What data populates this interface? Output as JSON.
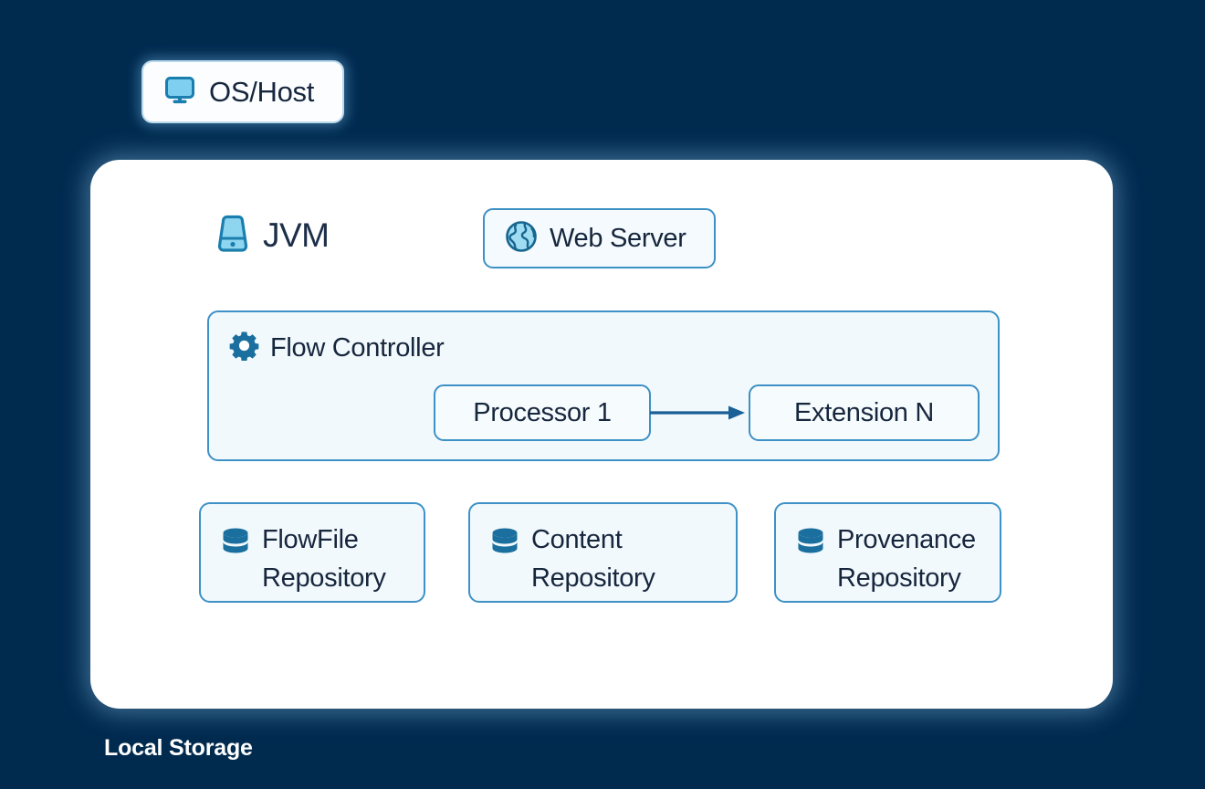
{
  "background_color": "#012a4f",
  "accent_border": "#3d91c6",
  "box_fill": "#f2f9fd",
  "text_color": "#16263d",
  "icon_color": "#1a6f9e",
  "os_host": {
    "label": "OS/Host",
    "icon": "monitor-icon"
  },
  "jvm": {
    "label": "JVM",
    "icon": "hard-drive-icon"
  },
  "web_server": {
    "label": "Web Server",
    "icon": "globe-icon"
  },
  "flow_controller": {
    "title": "Flow Controller",
    "icon": "gear-icon",
    "processor": {
      "label": "Processor 1"
    },
    "extension": {
      "label": "Extension N"
    },
    "connector": {
      "type": "arrow",
      "direction": "right",
      "from": "Processor 1",
      "to": "Extension N",
      "color": "#1a5f96"
    }
  },
  "repositories": [
    {
      "label": "FlowFile\nRepository",
      "icon": "database-icon"
    },
    {
      "label": "Content\nRepository",
      "icon": "database-icon"
    },
    {
      "label": "Provenance\nRepository",
      "icon": "database-icon"
    }
  ],
  "footer": {
    "label": "Local Storage"
  }
}
